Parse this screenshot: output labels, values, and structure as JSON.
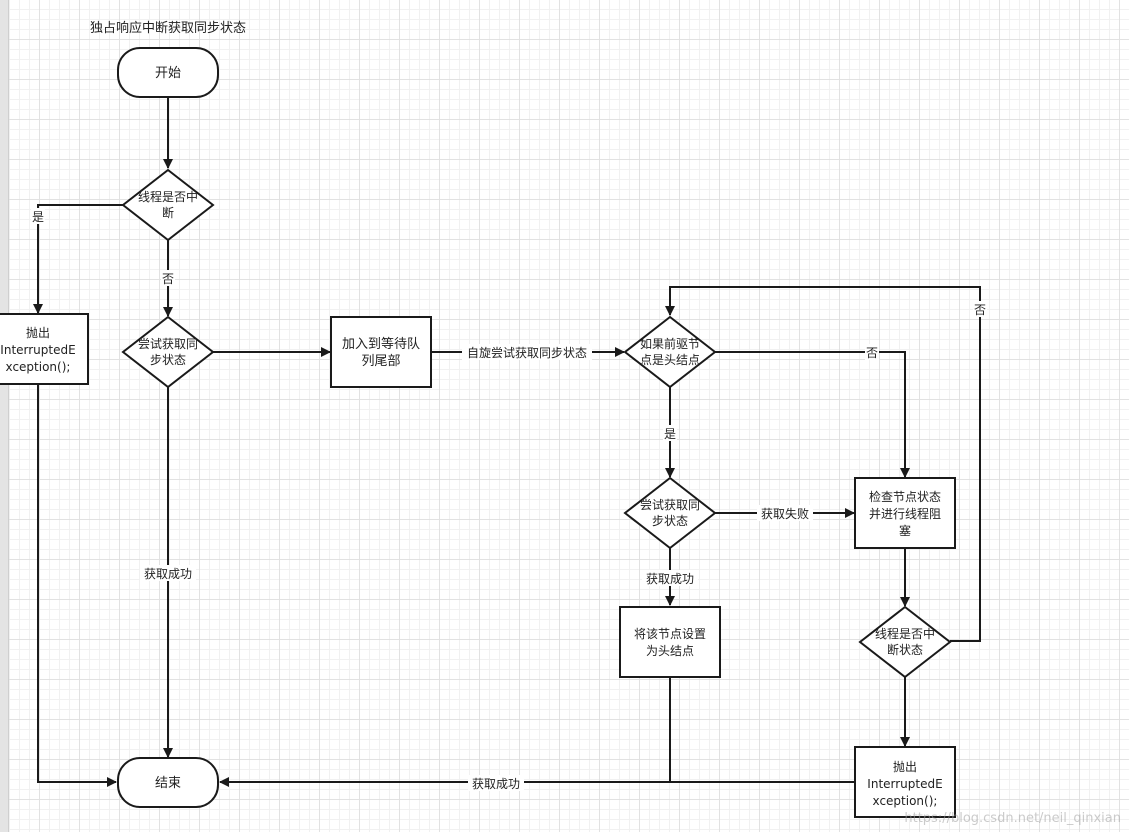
{
  "title": "独占响应中断获取同步状态",
  "nodes": {
    "start": [
      "开始"
    ],
    "check_interrupt_1": [
      "线程是否中",
      "断"
    ],
    "throw_1": [
      "抛出",
      "InterruptedE",
      "xception();"
    ],
    "try_acquire_1": [
      "尝试获取同",
      "步状态"
    ],
    "add_to_queue": [
      "加入到等待队",
      "列尾部"
    ],
    "pred_is_head": [
      "如果前驱节",
      "点是头结点"
    ],
    "try_acquire_2": [
      "尝试获取同",
      "步状态"
    ],
    "check_and_park": [
      "检查节点状态",
      "并进行线程阻",
      "塞"
    ],
    "set_head": [
      "将该节点设置",
      "为头结点"
    ],
    "check_interrupt_2": [
      "线程是否中",
      "断状态"
    ],
    "throw_2": [
      "抛出",
      "InterruptedE",
      "xception();"
    ],
    "end": [
      "结束"
    ]
  },
  "edge_labels": {
    "yes_interrupt": "是",
    "no_interrupt": "否",
    "acquire_success_1": "获取成功",
    "spin_acquire": "自旋尝试获取同步状态",
    "pred_no": "否",
    "pred_yes": "是",
    "acquire_fail": "获取失败",
    "acquire_success_2": "获取成功",
    "loop_no": "否",
    "acquire_success_3": "获取成功"
  },
  "watermark": "https://blog.csdn.net/neil_qinxian"
}
